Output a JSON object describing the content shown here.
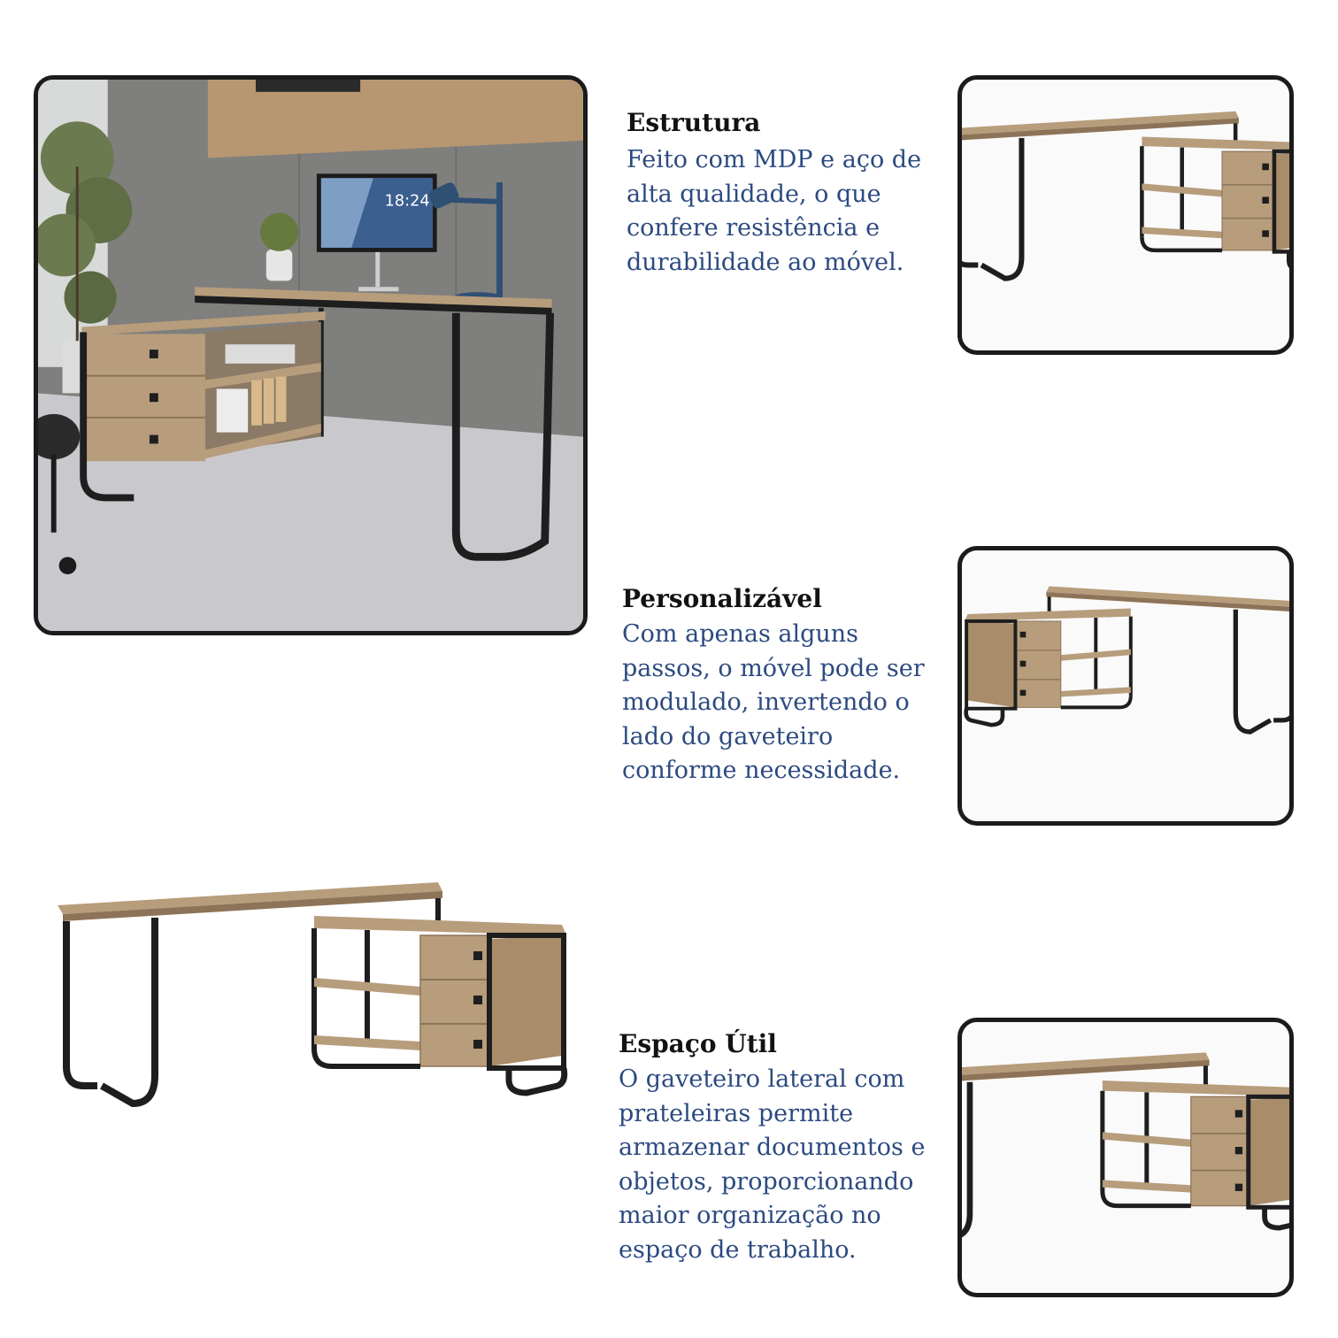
{
  "sections": [
    {
      "heading": "Estrutura",
      "body": "Feito com MDP e aço de\nalta qualidade, o que\nconfere resistência e\ndurabilidade ao móvel."
    },
    {
      "heading": "Personalizável",
      "body": "Com apenas alguns\npassos, o móvel pode ser\nmodulado,  invertendo o\nlado do gaveteiro\nconforme necessidade."
    },
    {
      "heading": "Espaço Útil",
      "body": "O gaveteiro lateral com\nprateleiras permite\narmazenar documentos e\nobjetos, proporcionando\nmaior organização no\nespaço de trabalho."
    }
  ],
  "monitor": {
    "clock": "18:24"
  },
  "colors": {
    "wood": "#b79d7c",
    "wood_dark": "#9f8464",
    "steel": "#1e1e1e",
    "text_heading": "#121212",
    "text_body": "#2c4a80",
    "frame_border": "#1b1b1b"
  }
}
